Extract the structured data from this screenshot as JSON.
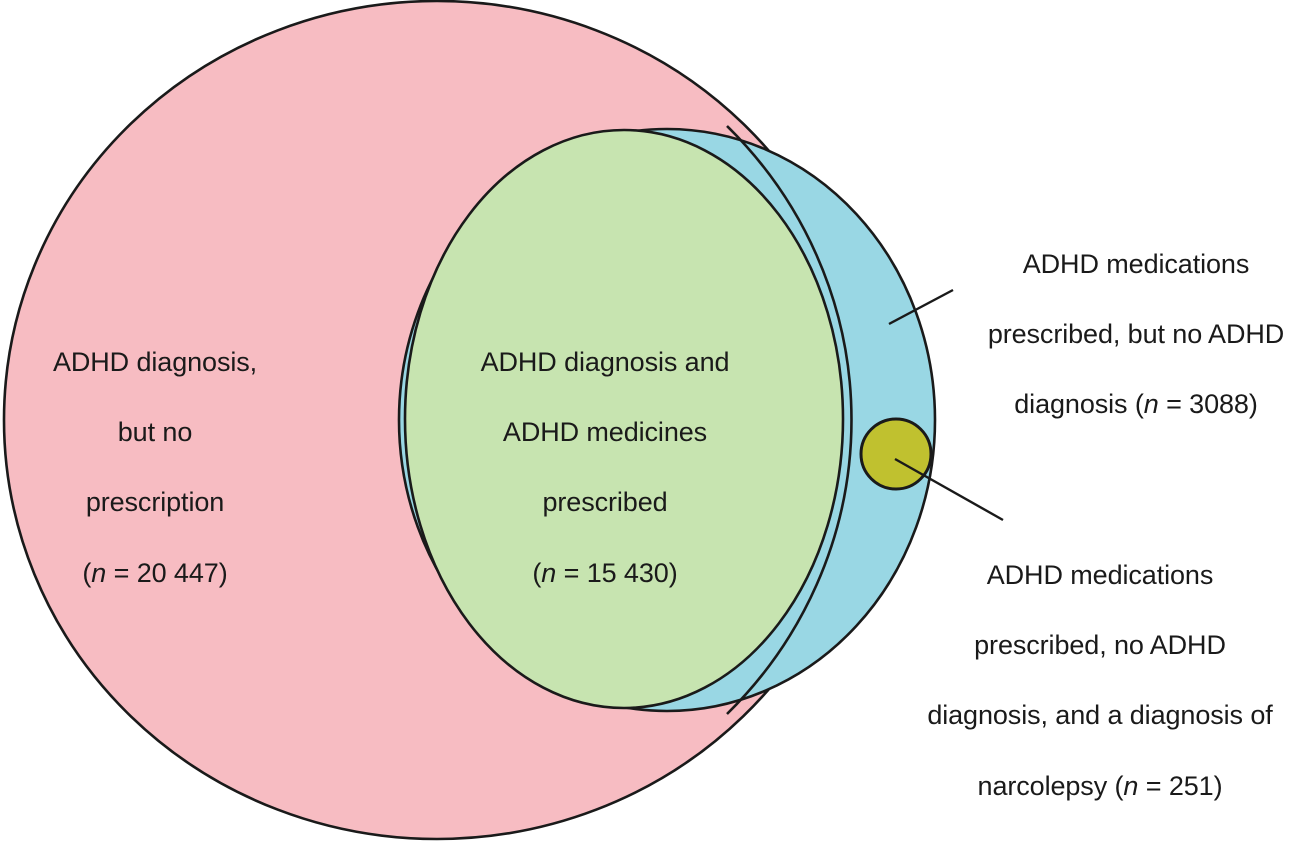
{
  "figure": {
    "type": "venn-diagram",
    "title": "",
    "background_color": "#ffffff",
    "stroke_color": "#1a1a1a"
  },
  "chart_data": {
    "type": "venn",
    "title": "",
    "xlabel": "",
    "ylabel": "",
    "grid": false,
    "legend_position": "none",
    "sets": [
      {
        "name": "ADHD diagnosis",
        "region_label": "adhd-diagnosis-no-prescription",
        "color": "#f7bcc2",
        "value": 20447,
        "value_text": "20 447",
        "label_text": "ADHD diagnosis, but no prescription (n = 20 447)"
      },
      {
        "name": "ADHD diagnosis and ADHD medicines prescribed",
        "region_label": "adhd-diagnosis-and-medicines",
        "color": "#c7e4b0",
        "value": 15430,
        "value_text": "15 430",
        "label_text": "ADHD diagnosis and ADHD medicines prescribed (n = 15 430)"
      },
      {
        "name": "ADHD medications prescribed, but no ADHD diagnosis",
        "region_label": "medications-no-diagnosis",
        "color": "#99d7e4",
        "value": 3088,
        "value_text": "3088",
        "label_text": "ADHD medications prescribed, but no ADHD diagnosis (n = 3088)"
      },
      {
        "name": "ADHD medications prescribed, no ADHD diagnosis, and a diagnosis of narcolepsy",
        "region_label": "medications-no-diagnosis-narcolepsy",
        "color": "#c0c12f",
        "value": 251,
        "value_text": "251",
        "label_text": "ADHD medications prescribed, no ADHD diagnosis, and a diagnosis of narcolepsy (n = 251)"
      }
    ]
  },
  "labels": {
    "pink": {
      "line1": "ADHD diagnosis,",
      "line2": "but no",
      "line3": "prescription",
      "n_symbol": "n",
      "n_prefix": "(",
      "n_equals": " = ",
      "n_value": "20 447",
      "n_suffix": ")"
    },
    "green": {
      "line1": "ADHD diagnosis and",
      "line2": "ADHD medicines",
      "line3": "prescribed",
      "n_symbol": "n",
      "n_prefix": "(",
      "n_equals": " = ",
      "n_value": "15 430",
      "n_suffix": ")"
    },
    "blue": {
      "line1": "ADHD medications",
      "line2": "prescribed, but no ADHD",
      "line3_prefix": "diagnosis (",
      "n_symbol": "n",
      "n_equals": " = ",
      "n_value": "3088",
      "n_suffix": ")"
    },
    "yellow": {
      "line1": "ADHD medications",
      "line2": "prescribed, no ADHD",
      "line3": "diagnosis, and a diagnosis of",
      "line4_prefix": "narcolepsy (",
      "n_symbol": "n",
      "n_equals": " = ",
      "n_value": "251",
      "n_suffix": ")"
    }
  }
}
